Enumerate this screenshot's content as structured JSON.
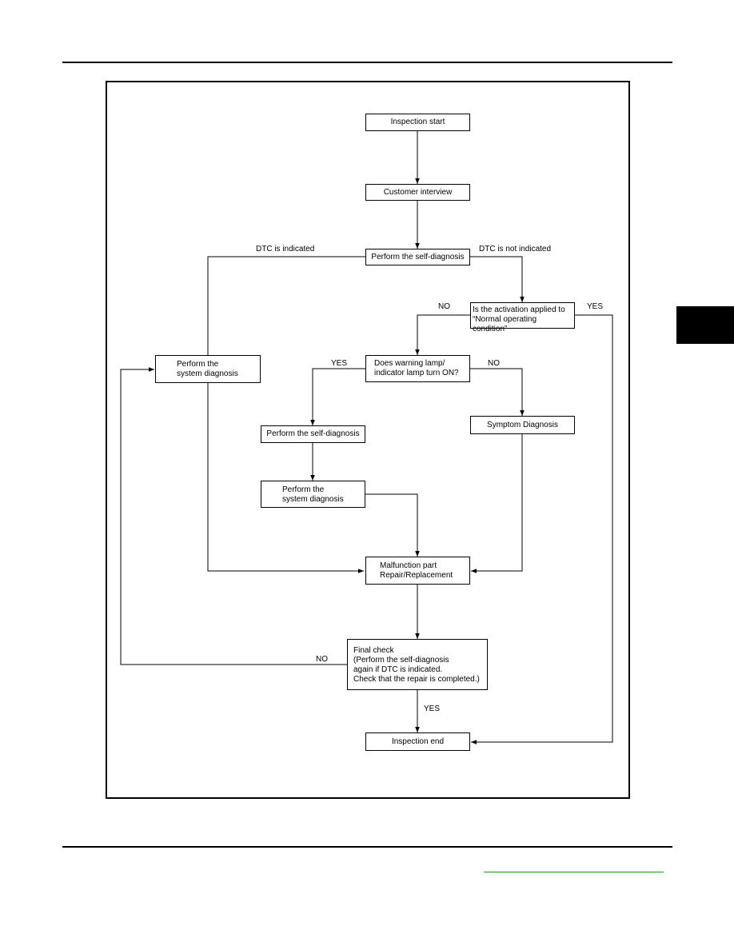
{
  "flowchart": {
    "nodes": {
      "start": "Inspection start",
      "interview": "Customer interview",
      "self_diag_1": "Perform the self-diagnosis",
      "activation": "Is the activation applied to\n“Normal operating condition”",
      "sys_diag_1": "Perform the\nsystem diagnosis",
      "warning_lamp": "Does warning lamp/\nindicator lamp turn ON?",
      "symptom": "Symptom Diagnosis",
      "self_diag_2": "Perform the self-diagnosis",
      "sys_diag_2": "Perform the\nsystem diagnosis",
      "malfunction": "Malfunction part\nRepair/Replacement",
      "final_check": "Final check\n(Perform the self-diagnosis\nagain if DTC is indicated.\nCheck that the repair is completed.)",
      "end": "Inspection end"
    },
    "labels": {
      "dtc_indicated": "DTC is indicated",
      "dtc_not_indicated": "DTC is not indicated",
      "activation_no": "NO",
      "activation_yes": "YES",
      "lamp_yes": "YES",
      "lamp_no": "NO",
      "final_no": "NO",
      "final_yes": "YES"
    }
  }
}
